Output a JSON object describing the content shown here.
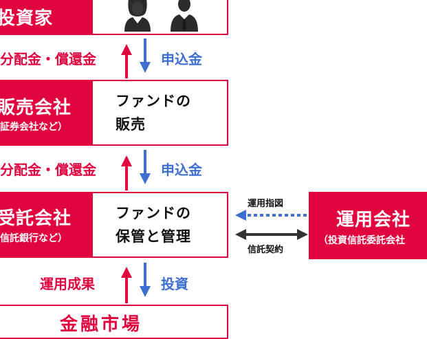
{
  "investor": {
    "label": "投資家"
  },
  "row1": {
    "up_label": "分配金・償還金",
    "down_label": "申込金"
  },
  "distributor": {
    "title": "販売会社",
    "subtitle": "証券会社など）",
    "desc_line1": "ファンドの",
    "desc_line2": "販売"
  },
  "row2": {
    "up_label": "分配金・償還金",
    "down_label": "申込金"
  },
  "trustee": {
    "title": "受託会社",
    "subtitle": "信託銀行など）",
    "desc_line1": "ファンドの",
    "desc_line2": "保管と管理"
  },
  "manager": {
    "title": "運用会社",
    "subtitle": "（投資信託委託会社"
  },
  "instruction": {
    "label": "運用指図"
  },
  "contract": {
    "label": "信託契約"
  },
  "row3": {
    "up_label": "運用成果",
    "down_label": "投資"
  },
  "market": {
    "label": "金融市場"
  },
  "colors": {
    "red": "#e0043f",
    "blue": "#3d6fd1",
    "dark": "#333333"
  }
}
